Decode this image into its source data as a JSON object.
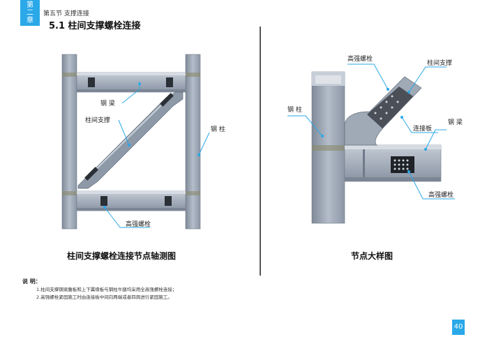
{
  "header": {
    "chapter_char_1": "第",
    "chapter_char_2": "二",
    "chapter_char_3": "章",
    "section": "第五节  支撑连接",
    "title": "5.1  柱间支撑螺栓连接"
  },
  "left_figure": {
    "labels": {
      "beam": "钢 梁",
      "brace": "柱间支撑",
      "column": "钢 柱",
      "bolts": "高强螺栓"
    },
    "caption": "柱间支撑螺栓连接节点轴测图"
  },
  "right_figure": {
    "labels": {
      "bolts_top": "高强螺栓",
      "brace": "柱间支撑",
      "column": "钢 柱",
      "plate": "连接板",
      "beam": "钢 梁",
      "bolts_bottom": "高强螺栓"
    },
    "caption": "节点大样图"
  },
  "notes": {
    "title": "说  明：",
    "items": [
      "1.柱间支撑钢梁腹板和上下翼缘板与钢柱牛腿均采用全高强螺栓连接；",
      "2.高强螺栓紧固施工时由连接板中间向两端或者四周进行紧固施工。"
    ]
  },
  "page_number": "40",
  "colors": {
    "accent": "#2aa8e8",
    "steel": "#9aa5b4",
    "callout": "#2aa8e8"
  }
}
